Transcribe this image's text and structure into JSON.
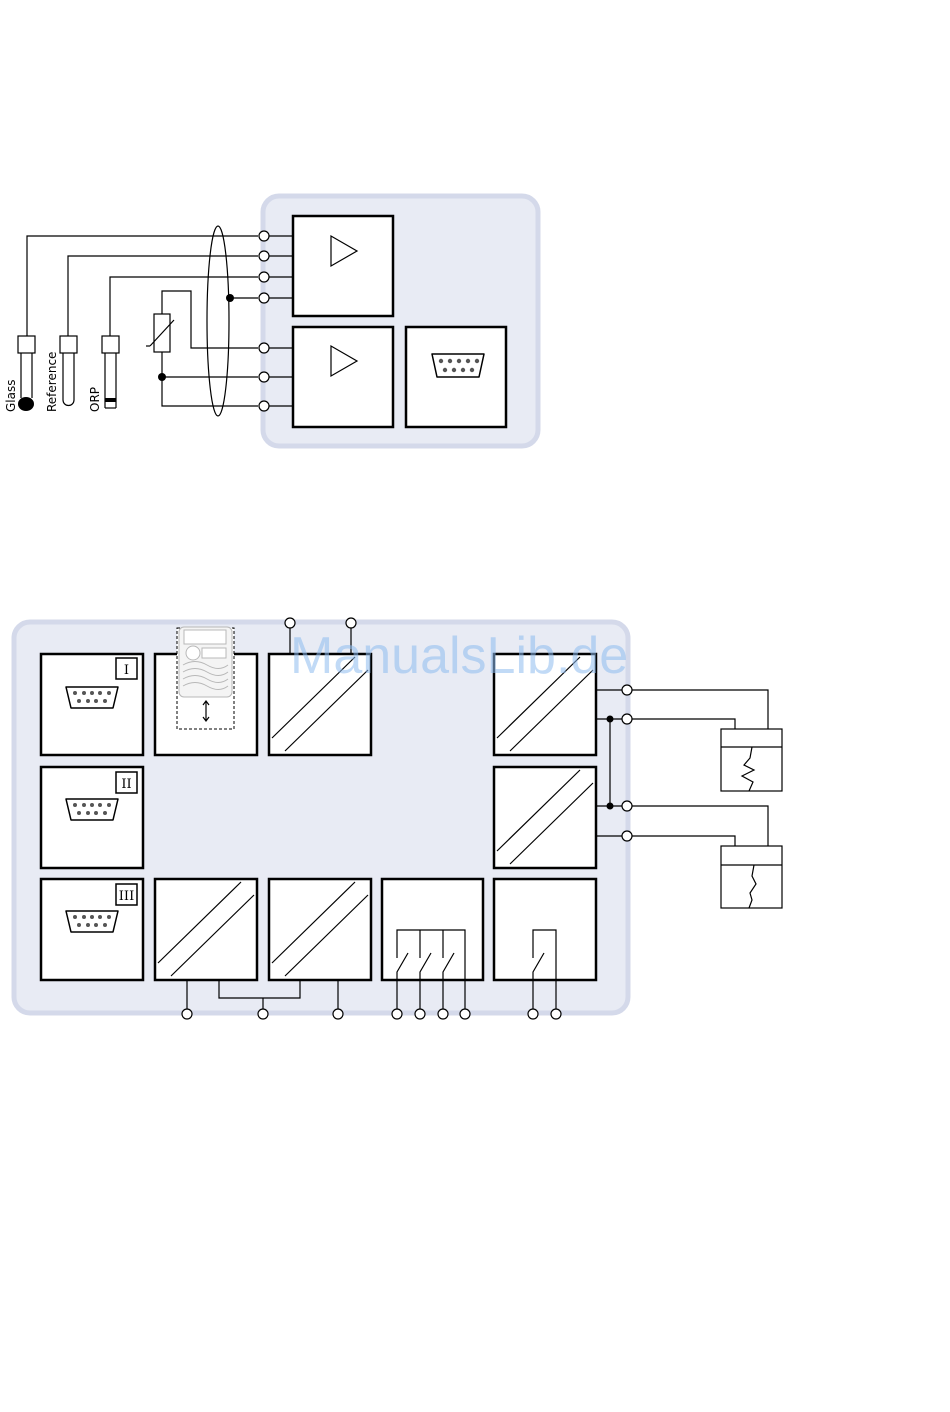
{
  "colors": {
    "panel_fill": "#e8ebf4",
    "panel_border": "#d4d9ea",
    "line": "#000000",
    "watermark": "#8fbcf0"
  },
  "sensor_labels": {
    "glass": "Glass",
    "reference": "Reference",
    "orp": "ORP"
  },
  "interface_labels": {
    "i": "I",
    "ii": "II",
    "iii": "III"
  },
  "watermark": "ManualsLib.de",
  "icons": [
    "amplifier-icon",
    "sub-d-connector-icon",
    "isolation-icon",
    "relay-contact-icon",
    "recorder-icon",
    "temperature-sensor-icon",
    "shield-icon",
    "module-card-icon"
  ]
}
